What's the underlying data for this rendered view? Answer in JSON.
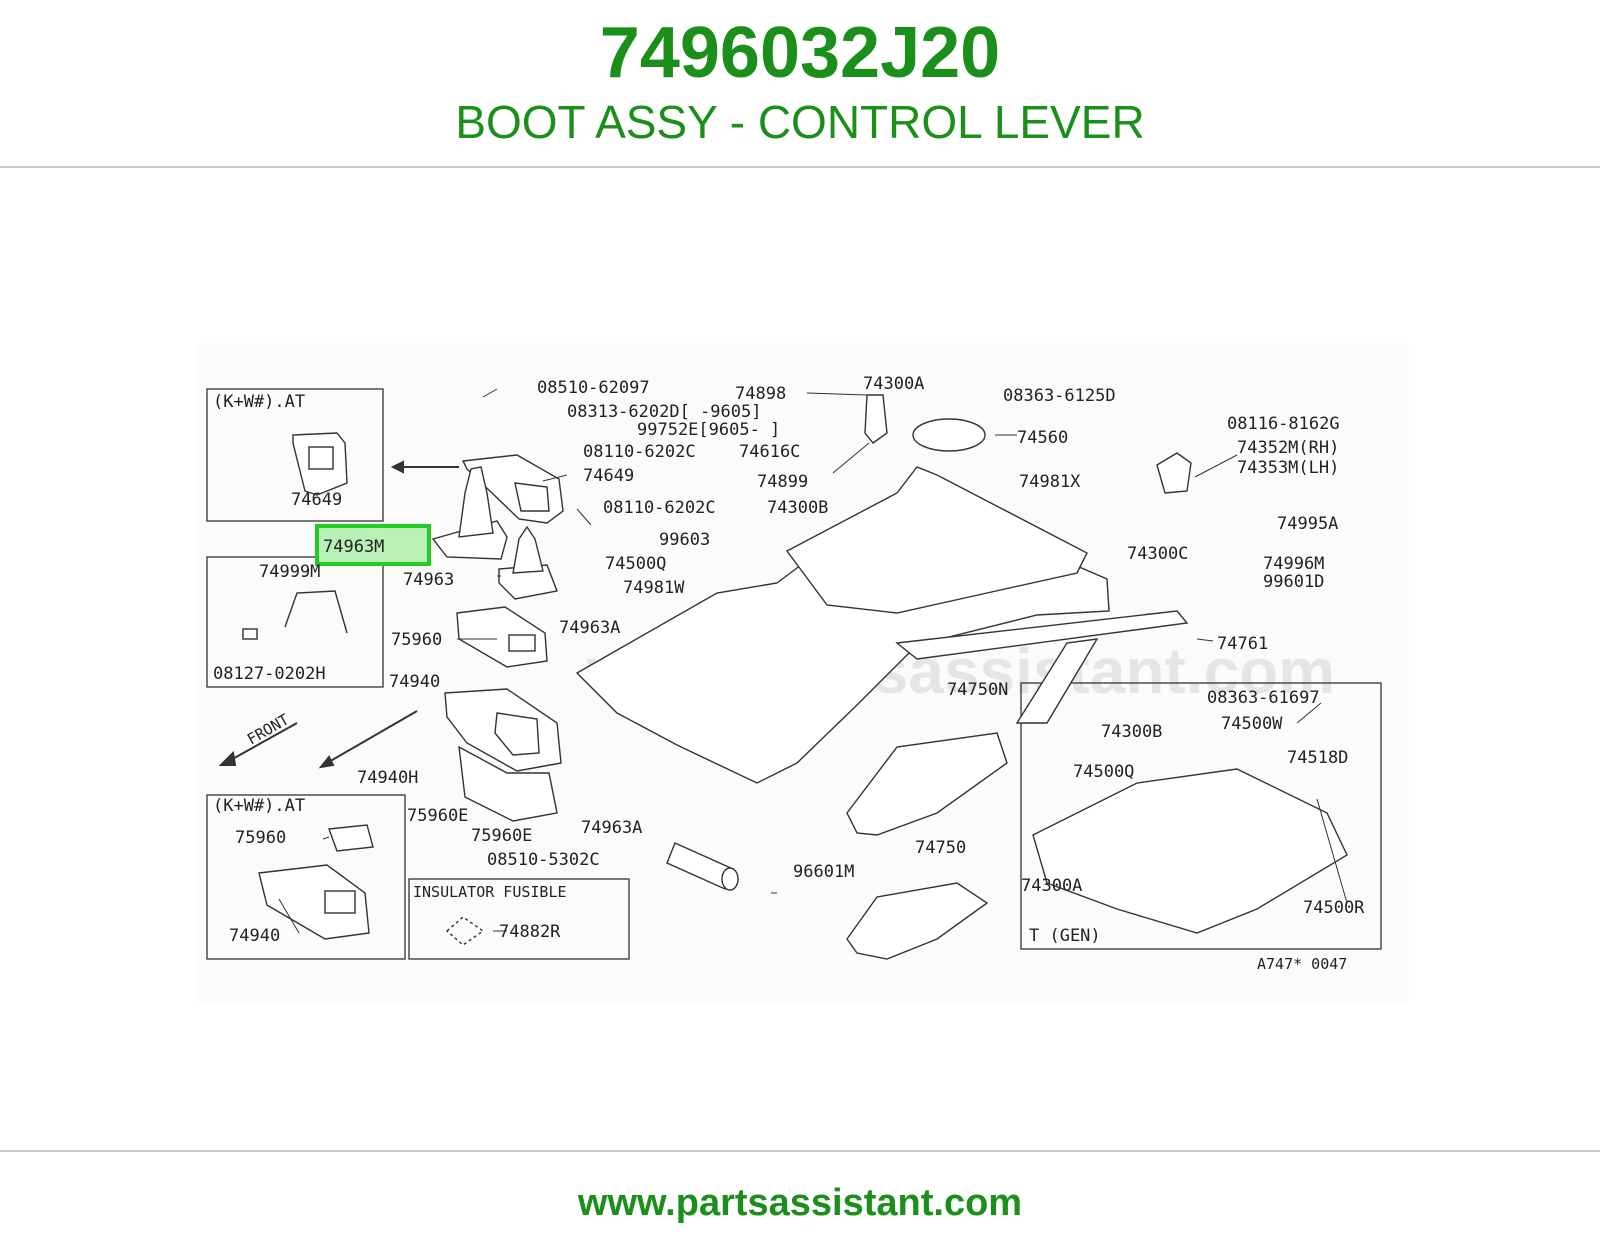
{
  "header": {
    "part_number": "7496032J20",
    "part_name": "BOOT ASSY - CONTROL LEVER"
  },
  "footer": {
    "website": "www.partsassistant.com"
  },
  "watermark": "www.partsassistant.com",
  "colors": {
    "brand_green": "#1a8f1a",
    "highlight_green": "#22cc22",
    "line": "#333333"
  },
  "diagram": {
    "highlighted_part": "74963M",
    "boxes": {
      "top_left_title": "(K+W#).AT",
      "top_left_part": "74649",
      "mid_left_part": "74999M",
      "mid_left_bolt": "08127-0202H",
      "bottom_left_title": "(K+W#).AT",
      "bottom_left_part1": "75960",
      "bottom_left_part2": "74940",
      "insulator_title": "INSULATOR FUSIBLE",
      "insulator_part": "74882R",
      "right_box_title": "T (GEN)",
      "front_label": "FRONT"
    },
    "labels": {
      "l_08510_62097": "08510-62097",
      "l_08313_6202d": "08313-6202D[ -9605]",
      "l_99752e": "99752E[9605- ]",
      "l_08110_6202c_a": "08110-6202C",
      "l_74649": "74649",
      "l_08110_6202c_b": "08110-6202C",
      "l_74963": "74963",
      "l_75960": "75960",
      "l_74963a_a": "74963A",
      "l_74940": "74940",
      "l_74940h": "74940H",
      "l_75960e_a": "75960E",
      "l_75960e_b": "75960E",
      "l_74963a_b": "74963A",
      "l_08510_5302c": "08510-5302C",
      "l_74898": "74898",
      "l_74300a_a": "74300A",
      "l_74616c": "74616C",
      "l_74899": "74899",
      "l_74300b_a": "74300B",
      "l_99603": "99603",
      "l_74500q_a": "74500Q",
      "l_74981w": "74981W",
      "l_08363_6125d": "08363-6125D",
      "l_74560": "74560",
      "l_74981x": "74981X",
      "l_08116_8162g": "08116-8162G",
      "l_74352m": "74352M(RH)",
      "l_74353m": "74353M(LH)",
      "l_74995a": "74995A",
      "l_74300c": "74300C",
      "l_74996m": "74996M",
      "l_99601d": "99601D",
      "l_74761": "74761",
      "l_74750n": "74750N",
      "l_08363_61697": "08363-61697",
      "l_74300b_b": "74300B",
      "l_74500w": "74500W",
      "l_74500q_b": "74500Q",
      "l_74518d": "74518D",
      "l_74300a_b": "74300A",
      "l_74500r": "74500R",
      "l_96601m": "96601M",
      "l_74750": "74750",
      "l_ref": "A747* 0047"
    }
  }
}
